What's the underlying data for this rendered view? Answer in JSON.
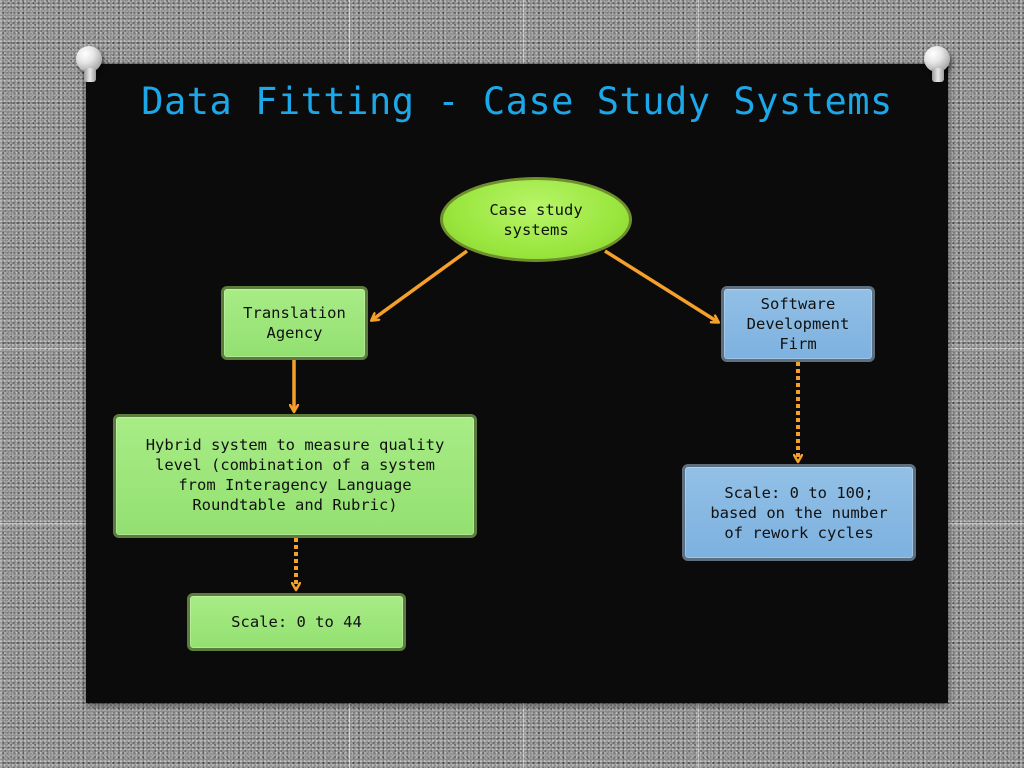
{
  "slide": {
    "title": "Data Fitting - Case Study Systems"
  },
  "diagram": {
    "root": "Case study\nsystems",
    "left_branch": {
      "system": "Translation\nAgency",
      "method": "Hybrid system to measure quality\nlevel (combination of a system\nfrom Interagency Language\nRoundtable and Rubric)",
      "scale": "Scale: 0 to 44"
    },
    "right_branch": {
      "system": "Software\nDevelopment\nFirm",
      "scale": "Scale: 0 to 100;\nbased on the number\nof rework cycles"
    }
  },
  "colors": {
    "title": "#1ca7e8",
    "arrow": "#f5a02a",
    "root_fill": "#9be63f",
    "green_box": "#98e276",
    "blue_box": "#86b6e2",
    "board": "#0b0b0b"
  }
}
